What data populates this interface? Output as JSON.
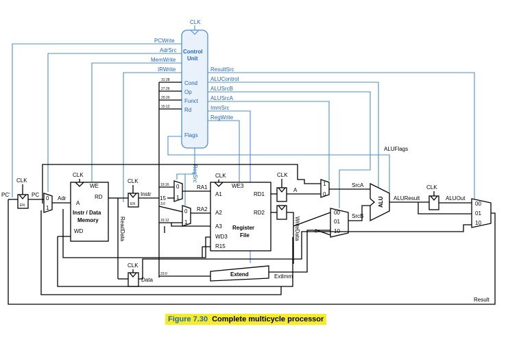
{
  "caption": {
    "number": "Figure 7.30",
    "title": "Complete multicycle processor"
  },
  "control_unit": {
    "clk": "CLK",
    "title_line1": "Control",
    "title_line2": "Unit",
    "inputs": [
      "Cond",
      "Op",
      "Funct",
      "Rd",
      "Flags"
    ],
    "left_outputs": [
      "PCWrite",
      "AdrSrc",
      "MemWrite",
      "IRWrite"
    ],
    "right_outputs": [
      "ResultSrc",
      "ALUControl",
      "ALUSrcB",
      "ALUSrcA",
      "ImmSrc",
      "RegWrite"
    ],
    "bit_fields": [
      "31:28",
      "27:26",
      "25:20",
      "15:12"
    ]
  },
  "pc_reg": {
    "clk": "CLK",
    "in": "PC'",
    "out": "PC",
    "en": "EN"
  },
  "adr_mux": {
    "in0": "0",
    "in1": "1",
    "out": "Adr"
  },
  "memory": {
    "clk": "CLK",
    "we": "WE",
    "a": "A",
    "rd": "RD",
    "wd": "WD",
    "name_line1": "Instr / Data",
    "name_line2": "Memory"
  },
  "instr_reg": {
    "clk": "CLK",
    "en": "EN",
    "out": "Instr"
  },
  "data_reg": {
    "clk": "CLK",
    "out": "Data"
  },
  "readdata": "ReadData",
  "ra_muxes": {
    "ra1": "RA1",
    "ra2": "RA2",
    "const15": "15",
    "bits_a": "19:16",
    "bits_b": "3:0",
    "bits_c": "15:12",
    "bits_imm": "23:0",
    "regsrc": "RegSrc",
    "in0": "0",
    "in1": "1"
  },
  "regfile": {
    "clk": "CLK",
    "we3": "WE3",
    "a1": "A1",
    "a2": "A2",
    "a3": "A3",
    "wd3": "WD3",
    "r15": "R15",
    "rd1": "RD1",
    "rd2": "RD2",
    "name_line1": "Register",
    "name_line2": "File"
  },
  "ab_reg": {
    "clk": "CLK",
    "a": "A",
    "writedata": "WriteData"
  },
  "extend": {
    "name": "Extend",
    "out": "ExtImm"
  },
  "srca_mux": {
    "in0": "0",
    "in1": "1",
    "out": "SrcA"
  },
  "srcb_mux": {
    "in00": "00",
    "in01": "01",
    "in10": "10",
    "four": "4",
    "out": "SrcB"
  },
  "alu": {
    "name": "ALU",
    "flags": "ALUFlags",
    "result": "ALUResult"
  },
  "aluout_reg": {
    "clk": "CLK",
    "out": "ALUOut"
  },
  "result_mux": {
    "in00": "00",
    "in01": "01",
    "in10": "10",
    "out": "Result"
  }
}
